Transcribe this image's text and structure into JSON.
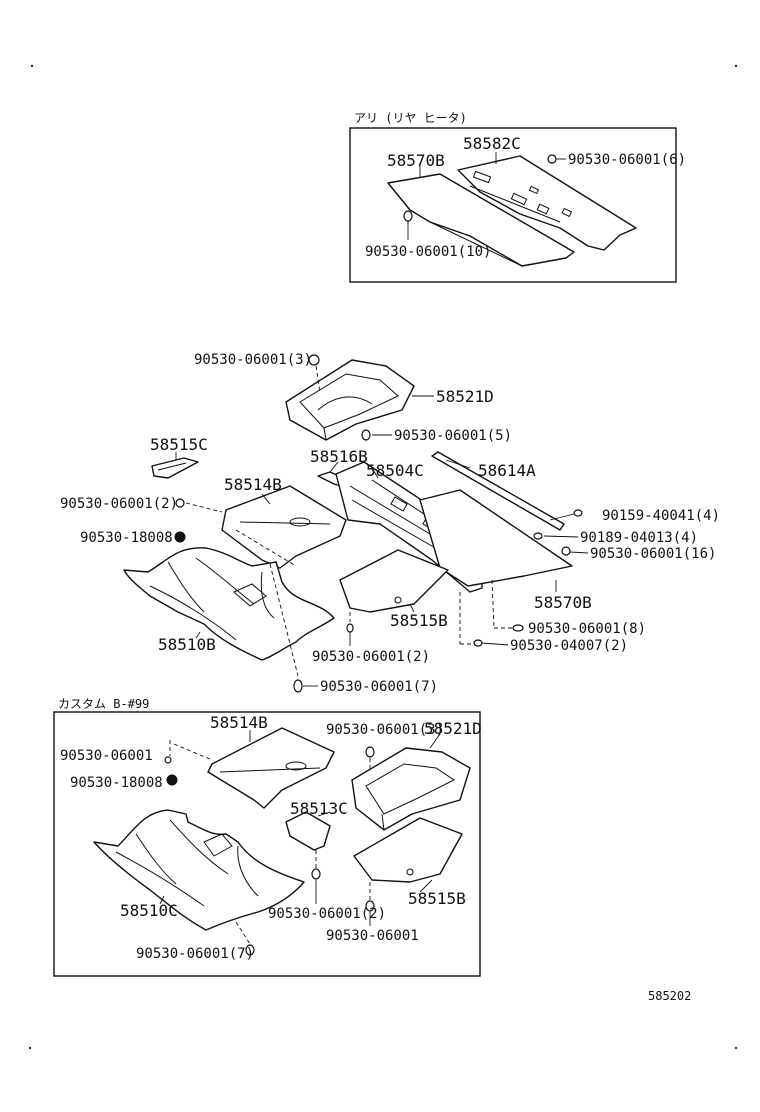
{
  "inset_top": {
    "header": "アリ (リヤ ヒータ)",
    "labels": {
      "p58582c": "58582C",
      "p58570b": "58570B",
      "f6": "90530-06001(6)",
      "f10": "90530-06001(10)"
    }
  },
  "main": {
    "labels": {
      "f3": "90530-06001(3)",
      "p58521d": "58521D",
      "f5": "90530-06001(5)",
      "p58515c": "58515C",
      "p58516b": "58516B",
      "p58504c": "58504C",
      "p58614a": "58614A",
      "p58514b": "58514B",
      "f2a": "90530-06001(2)",
      "f18": "90530-18008",
      "f9015": "90159-40041(4)",
      "f9018": "90189-04013(4)",
      "f16": "90530-06001(16)",
      "p58570b": "58570B",
      "p58515b": "58515B",
      "f8": "90530-06001(8)",
      "p58510b": "58510B",
      "f2b": "90530-06001(2)",
      "f04007": "90530-04007(2)",
      "f7": "90530-06001(7)"
    }
  },
  "inset_bottom": {
    "header": "カスタム B-#99",
    "labels": {
      "p58514b": "58514B",
      "f3": "90530-06001(3)",
      "p58521d": "58521D",
      "f1": "90530-06001",
      "f18": "90530-18008",
      "p58513c": "58513C",
      "p58510c": "58510C",
      "f2": "90530-06001(2)",
      "p58515b": "58515B",
      "f1b": "90530-06001",
      "f7": "90530-06001(7)"
    }
  },
  "figure_code": "585202"
}
